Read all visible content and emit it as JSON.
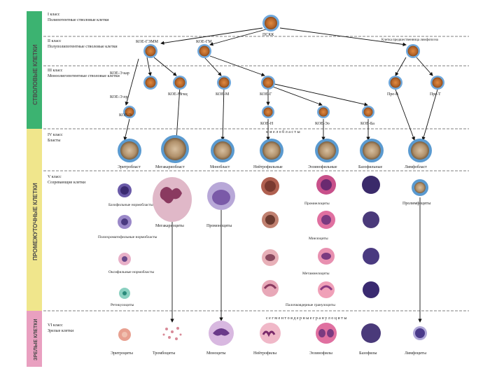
{
  "bands": [
    {
      "label": "СТВОЛОВЫЕ КЛЕТКИ",
      "color": "#3cb371"
    },
    {
      "label": "ПРОМЕЖУТОЧНЫЕ КЛЕТКИ",
      "color": "#f0e68c"
    },
    {
      "label": "ЗРЕЛЫЕ КЛЕТКИ",
      "color": "#e9a0c0"
    }
  ],
  "classes": [
    {
      "title": "I класс",
      "subtitle": "Полипотентные стволовые клетки"
    },
    {
      "title": "II класс",
      "subtitle": "Полуполипотентные стволовые клетки"
    },
    {
      "title": "III класс",
      "subtitle": "Моноолигопотентные стволовые клетки"
    },
    {
      "title": "IV класс",
      "subtitle": "Бласты"
    },
    {
      "title": "V класс",
      "subtitle": "Созревающие клетки"
    },
    {
      "title": "VI класс",
      "subtitle": "Зрелые клетки"
    }
  ],
  "stem": {
    "pssc": "ПСКК",
    "row2": [
      "КОЕ-ГЭММ",
      "КОЕ-ГМ",
      "Клетка предшественница лимфопоэза"
    ],
    "row3": [
      "КОЕ-Мгкц",
      "КОЕ-М",
      "КОЕ-Г",
      "Пре-В",
      "Пре-Т"
    ],
    "row3_left": [
      "КОЕ-Э кар",
      "КОЕ-Э пр",
      "КОЕ-Э"
    ],
    "row3b": [
      "КОЕ-Н",
      "КОЕ-Эо",
      "КОЕ-Ба"
    ]
  },
  "myeloblasts_label": "м и е л о б л а с т ы",
  "blasts": [
    "Эритробласт",
    "Мегакариобласт",
    "Монобласт",
    "Нейтрофильные",
    "Эозинофильные",
    "Базофильные",
    "Лимфобласт"
  ],
  "maturing": {
    "erythro": [
      "Базофильные нормобласты",
      "Полихроматофильные нормобласты",
      "Оксифильные нормобласты",
      "Ретикулоциты"
    ],
    "mega": "Мегакариоциты",
    "mono": "Промоноциты",
    "gran": [
      "Промиелоциты",
      "Миелоциты",
      "Метамиелоциты",
      "Палочкоядерные гранулоциты"
    ],
    "lymph": "Пролимфоциты"
  },
  "segmented_label": "с е г м е н т о я д е р н ы е   г р а н у л о ц и т ы",
  "mature": [
    "Эритроциты",
    "Тромбоциты",
    "Моноциты",
    "Нейтрофилы",
    "Эозинофилы",
    "Базофилы",
    "Лимфоциты"
  ],
  "colors": {
    "stem_cell": "#d2691e",
    "stem_rim": "#6fa8dc",
    "blast": "#b8a080",
    "mega": "#c890a0",
    "mono": "#9a7fc0",
    "neutro": "#7a3a30",
    "eos": "#c0407a",
    "baso": "#3a2a6a",
    "erythro": "#d98a7a"
  }
}
